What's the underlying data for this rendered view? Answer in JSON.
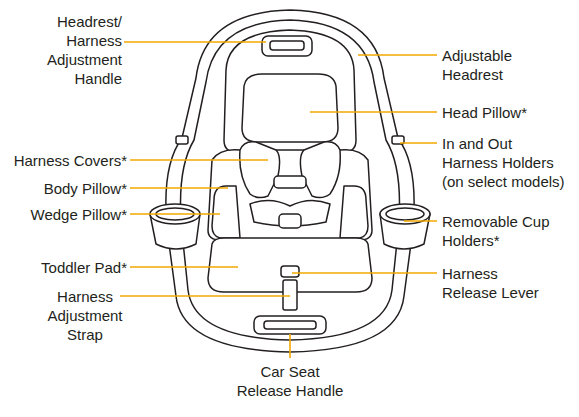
{
  "diagram": {
    "labels": [
      "Headrest/ Harness Adjustment Handle",
      "Adjustable Headrest",
      "Head Pillow*",
      "In and Out Harness Holders (on select models)",
      "Harness Covers*",
      "Body Pillow*",
      "Wedge Pillow*",
      "Removable Cup Holders*",
      "Toddler Pad*",
      "Harness Release Lever",
      "Harness Adjustment Strap",
      "Car Seat Release Handle"
    ]
  }
}
